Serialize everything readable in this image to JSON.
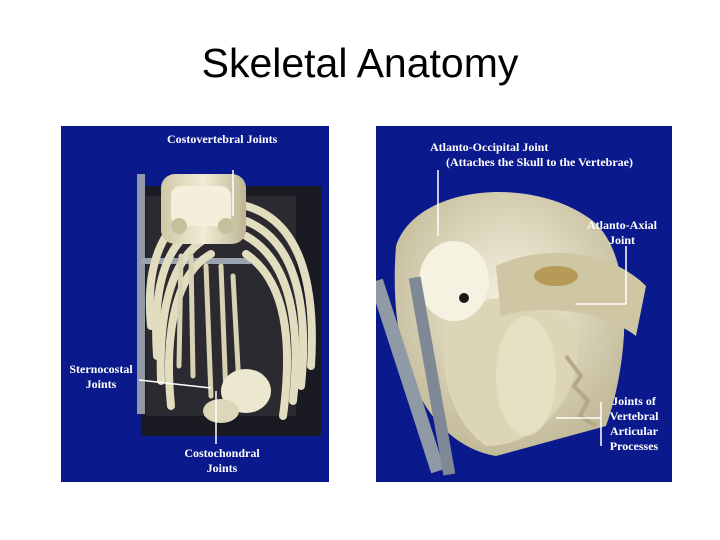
{
  "slide": {
    "title": "Skeletal Anatomy"
  },
  "left_panel": {
    "labels": {
      "costovertebral": "Costovertebral Joints",
      "sternocostal_1": "Sternocostal",
      "sternocostal_2": "Joints",
      "costochondral_1": "Costochondral",
      "costochondral_2": "Joints"
    }
  },
  "right_panel": {
    "labels": {
      "atlanto_occipital_1": "Atlanto-Occipital Joint",
      "atlanto_occipital_2": "(Attaches the Skull to the Vertebrae)",
      "atlanto_axial_1": "Atlanto-Axial",
      "atlanto_axial_2": "Joint",
      "vertebral_1": "Joints of",
      "vertebral_2": "Vertebral",
      "vertebral_3": "Articular",
      "vertebral_4": "Processes"
    }
  },
  "colors": {
    "panel_background": "#0a1a8c",
    "bone": "#e9e4c9",
    "label_text": "#ffffff",
    "stand_metal": "#8f9aa6"
  }
}
